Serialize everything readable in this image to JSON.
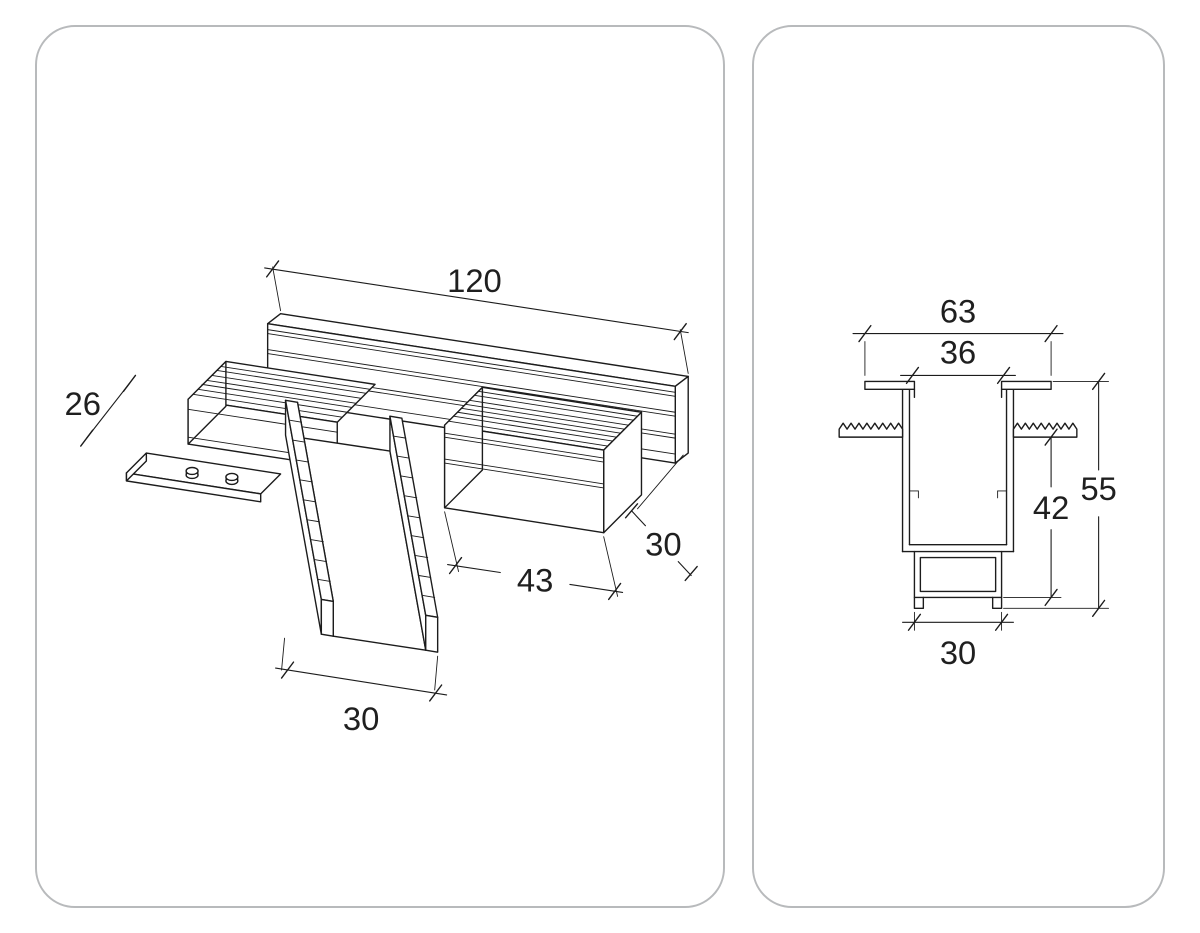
{
  "panels": {
    "left": {
      "dimensions": {
        "length_120": "120",
        "plate_26": "26",
        "depth_30": "30",
        "stem_43": "43",
        "width_30": "30"
      }
    },
    "right": {
      "dimensions": {
        "top_63": "63",
        "opening_36": "36",
        "inner_42": "42",
        "height_55": "55",
        "bottom_30": "30"
      }
    }
  },
  "colors": {
    "line": "#1c1c1c",
    "panel_border": "#b8babc",
    "background": "#ffffff"
  }
}
